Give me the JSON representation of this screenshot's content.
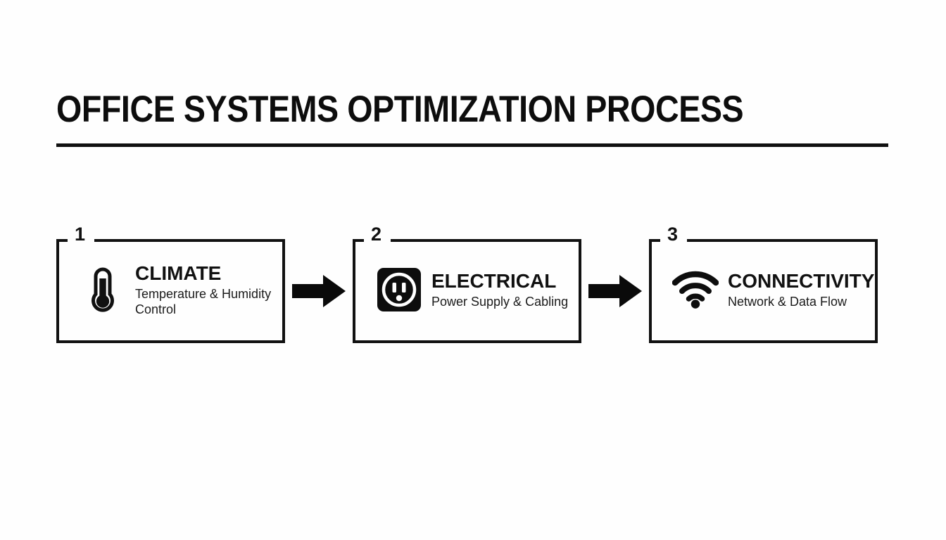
{
  "header": {
    "title": "OFFICE SYSTEMS OPTIMIZATION PROCESS"
  },
  "colors": {
    "ink": "#111111",
    "background": "#fefefe"
  },
  "flow": {
    "arrow_1_icon": "right-arrow-icon",
    "arrow_2_icon": "right-arrow-icon",
    "steps": [
      {
        "number": "1",
        "icon": "thermometer-icon",
        "heading": "CLIMATE",
        "subtitle": "Temperature & Humidity Control"
      },
      {
        "number": "2",
        "icon": "power-outlet-icon",
        "heading": "ELECTRICAL",
        "subtitle": "Power Supply & Cabling"
      },
      {
        "number": "3",
        "icon": "wifi-icon",
        "heading": "CONNECTIVITY",
        "subtitle": "Network & Data Flow"
      }
    ]
  }
}
